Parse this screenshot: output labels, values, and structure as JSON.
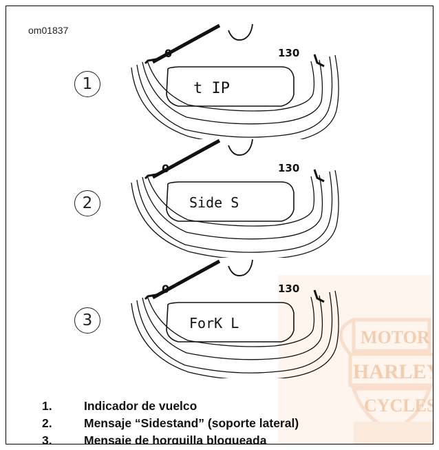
{
  "figure": {
    "ref_code": "om01837"
  },
  "gauges": [
    {
      "callout": "1",
      "scale_min": "0",
      "scale_max": "130",
      "display": "t IP"
    },
    {
      "callout": "2",
      "scale_min": "0",
      "scale_max": "130",
      "display": "Side S"
    },
    {
      "callout": "3",
      "scale_min": "0",
      "scale_max": "130",
      "display": "ForK L"
    }
  ],
  "legend": [
    {
      "num": "1.",
      "text": "Indicador de vuelco"
    },
    {
      "num": "2.",
      "text": "Mensaje “Sidestand” (soporte lateral)"
    },
    {
      "num": "3.",
      "text": "Mensaje de horquilla bloqueada"
    }
  ],
  "watermark": {
    "text_top": "MOTOR",
    "text_mid": "HARLEY-DAV",
    "text_bot": "CYCLES"
  },
  "colors": {
    "line": "#111111",
    "watermark": "#f6d6bc",
    "border": "#000000"
  }
}
